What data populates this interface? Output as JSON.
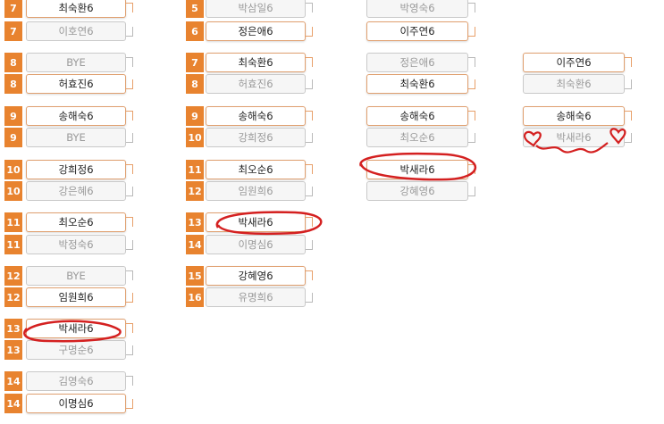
{
  "rounds": [
    {
      "slots": [
        {
          "seed": "7",
          "name": "최숙환6",
          "win": true
        },
        {
          "seed": "7",
          "name": "이호연6",
          "win": false
        },
        {
          "seed": "8",
          "name": "BYE",
          "win": false
        },
        {
          "seed": "8",
          "name": "허효진6",
          "win": true
        },
        {
          "seed": "9",
          "name": "송해숙6",
          "win": true
        },
        {
          "seed": "9",
          "name": "BYE",
          "win": false
        },
        {
          "seed": "10",
          "name": "강희정6",
          "win": true
        },
        {
          "seed": "10",
          "name": "강은혜6",
          "win": false
        },
        {
          "seed": "11",
          "name": "최오순6",
          "win": true
        },
        {
          "seed": "11",
          "name": "박정숙6",
          "win": false
        },
        {
          "seed": "12",
          "name": "BYE",
          "win": false
        },
        {
          "seed": "12",
          "name": "임원희6",
          "win": true
        },
        {
          "seed": "13",
          "name": "박새라6",
          "win": true
        },
        {
          "seed": "13",
          "name": "구명순6",
          "win": false
        },
        {
          "seed": "14",
          "name": "김영숙6",
          "win": false
        },
        {
          "seed": "14",
          "name": "이명심6",
          "win": true
        }
      ]
    },
    {
      "slots": [
        {
          "seed": "5",
          "name": "박삼일6",
          "win": false
        },
        {
          "seed": "6",
          "name": "정은애6",
          "win": true
        },
        {
          "seed": "7",
          "name": "최숙환6",
          "win": true
        },
        {
          "seed": "8",
          "name": "허효진6",
          "win": false
        },
        {
          "seed": "9",
          "name": "송해숙6",
          "win": true
        },
        {
          "seed": "10",
          "name": "강희정6",
          "win": false
        },
        {
          "seed": "11",
          "name": "최오순6",
          "win": true
        },
        {
          "seed": "12",
          "name": "임원희6",
          "win": false
        },
        {
          "seed": "13",
          "name": "박새라6",
          "win": true
        },
        {
          "seed": "14",
          "name": "이명심6",
          "win": false
        },
        {
          "seed": "15",
          "name": "강혜영6",
          "win": true
        },
        {
          "seed": "16",
          "name": "유명희6",
          "win": false
        }
      ]
    },
    {
      "slots": [
        {
          "seed": "",
          "name": "박영숙6",
          "win": false
        },
        {
          "seed": "",
          "name": "이주연6",
          "win": true
        },
        {
          "seed": "",
          "name": "정은애6",
          "win": false
        },
        {
          "seed": "",
          "name": "최숙환6",
          "win": true
        },
        {
          "seed": "",
          "name": "송해숙6",
          "win": true
        },
        {
          "seed": "",
          "name": "최오순6",
          "win": false
        },
        {
          "seed": "",
          "name": "박새라6",
          "win": true
        },
        {
          "seed": "",
          "name": "강혜영6",
          "win": false
        }
      ]
    },
    {
      "slots": [
        {
          "seed": "",
          "name": "이주연6",
          "win": true
        },
        {
          "seed": "",
          "name": "최숙환6",
          "win": false
        },
        {
          "seed": "",
          "name": "송해숙6",
          "win": true
        },
        {
          "seed": "",
          "name": "박새라6",
          "win": false
        }
      ]
    }
  ],
  "colors": {
    "seed_bg": "#e8832f",
    "annotation": "#d42020"
  }
}
